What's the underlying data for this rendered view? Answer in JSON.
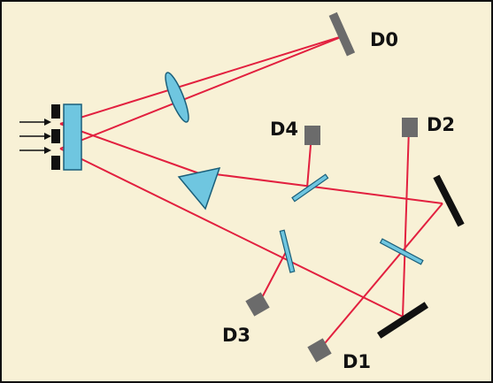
{
  "colors": {
    "background": "#f8f1d6",
    "frame": "#111111",
    "beam": "#e2203f",
    "optic_fill": "#6fc6e0",
    "optic_stroke": "#1a5f7a",
    "detector": "#6b6b6b",
    "mirror": "#111111",
    "slit": "#111111",
    "arrow": "#111111"
  },
  "labels": {
    "d0": "D0",
    "d1": "D1",
    "d2": "D2",
    "d3": "D3",
    "d4": "D4"
  },
  "icons": {
    "source": "crystal-source-icon",
    "lens": "convex-lens-icon",
    "prism": "prism-icon",
    "beam_splitter": "beam-splitter-icon",
    "mirror": "mirror-icon",
    "detector": "detector-icon"
  }
}
